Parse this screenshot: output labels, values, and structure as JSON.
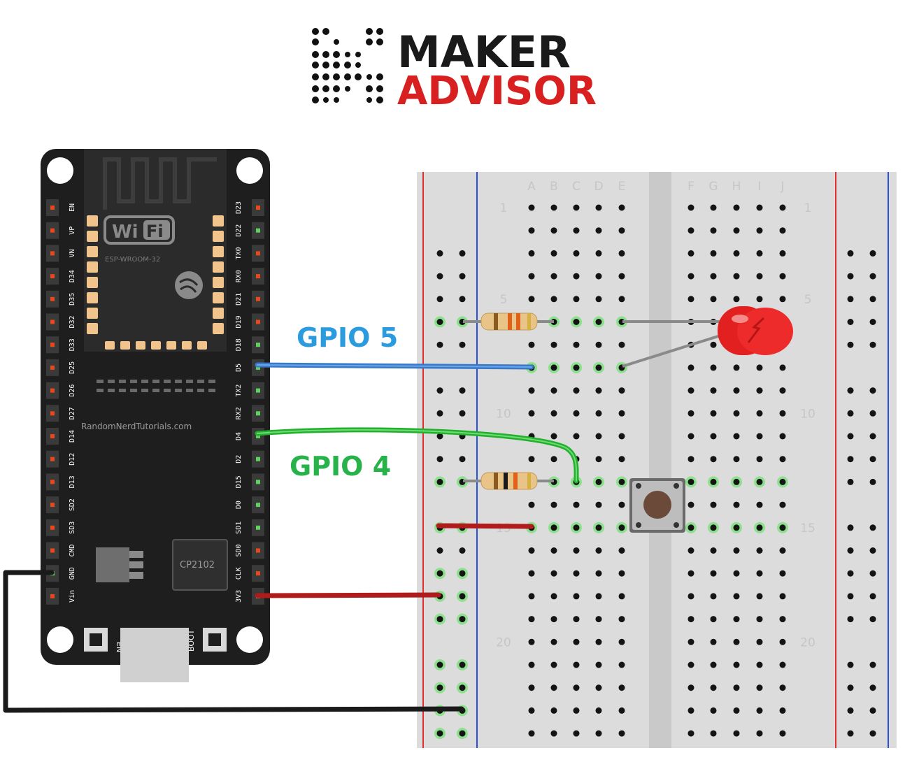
{
  "logo": {
    "line1": "MAKER",
    "line2": "ADVISOR",
    "color_line1": "#1a1a1a",
    "color_line2": "#d7201f"
  },
  "esp32": {
    "module_text": "ESP-WROOM-32",
    "wifi_text": "Wi",
    "wifi_text2": "Fi",
    "site_text": "RandomNerdTutorials.com",
    "chip_text": "CP2102",
    "button_en": "EN",
    "button_boot": "BOOT",
    "left_pins": [
      "EN",
      "VP",
      "VN",
      "D34",
      "D35",
      "D32",
      "D33",
      "D25",
      "D26",
      "D27",
      "D14",
      "D12",
      "D13",
      "SD2",
      "SD3",
      "CMD",
      "GND",
      "Vin"
    ],
    "right_pins": [
      "D23",
      "D22",
      "TX0",
      "RX0",
      "D21",
      "D19",
      "D18",
      "D5",
      "TX2",
      "RX2",
      "D4",
      "D2",
      "D15",
      "D0",
      "SD1",
      "SD0",
      "CLK",
      "3V3"
    ]
  },
  "breadboard": {
    "columns_left": [
      "A",
      "B",
      "C",
      "D",
      "E"
    ],
    "columns_right": [
      "F",
      "G",
      "H",
      "I",
      "J"
    ],
    "row_numbers": [
      "1",
      "5",
      "10",
      "15",
      "20"
    ]
  },
  "labels": {
    "gpio5": "GPIO 5",
    "gpio4": "GPIO 4",
    "gpio5_color": "#2b9be0",
    "gpio4_color": "#27b34a"
  },
  "wire_colors": {
    "blue": "#3a78c8",
    "green": "#22b02e",
    "red": "#b01c1c",
    "black": "#1a1a1a"
  }
}
